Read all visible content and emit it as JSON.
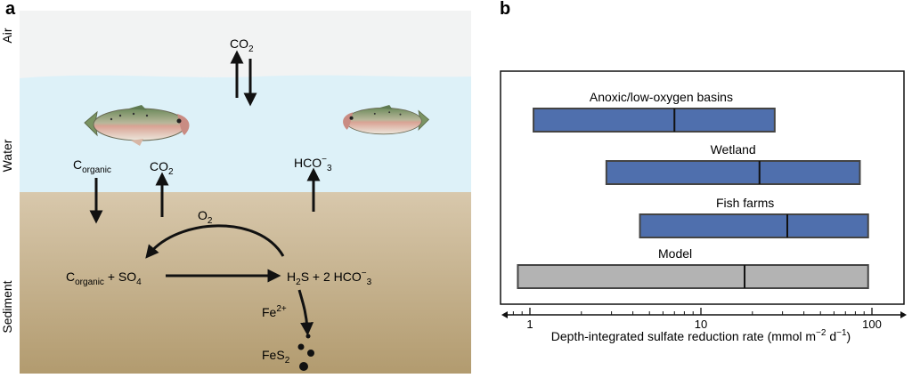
{
  "panel_a": {
    "label": "a",
    "zones": {
      "air": "Air",
      "water": "Water",
      "sediment": "Sediment"
    },
    "colors": {
      "air": "#f2f3f3",
      "water": "#ddf1f8",
      "sediment_top": "#d7c7ab",
      "sediment_bottom": "#b49d72",
      "arrow": "#111111"
    },
    "labels": {
      "co2_air": "CO",
      "co2_air_sub": "2",
      "c_organic_water": "C",
      "c_organic_water_sub": "organic",
      "co2_water": "CO",
      "co2_water_sub": "2",
      "hco3_water": "HCO",
      "hco3_water_sup": "−",
      "hco3_water_sub": "3",
      "o2": "O",
      "o2_sub": "2",
      "reactant_c": "C",
      "reactant_c_sub": "organic",
      "reactant_rest": " + SO",
      "reactant_so4_sub": "4",
      "product_h2s": "H",
      "product_h2s_sub": "2",
      "product_rest": "S + 2 HCO",
      "product_hco3_sup": "−",
      "product_hco3_sub": "3",
      "fe": "Fe",
      "fe_sup": "2+",
      "fes2": "FeS",
      "fes2_sub": "2"
    },
    "icons": [
      "salmon-fish-icon",
      "salmon-fish-icon"
    ]
  },
  "panel_b": {
    "label": "b",
    "chart_data": {
      "type": "range-bar",
      "xscale": "log",
      "xlim": [
        0.75,
        145
      ],
      "ticks": [
        1,
        10,
        100
      ],
      "tick_labels": [
        "1",
        "10",
        "100"
      ],
      "xlabel": "Depth-integrated sulfate reduction rate (mmol m",
      "xlabel_sup": "−2",
      "xlabel_mid": " d",
      "xlabel_sup2": "−1",
      "xlabel_end": ")",
      "grid": false,
      "series": [
        {
          "name": "Anoxic/low-oxygen basins",
          "min": 1.05,
          "median": 7.0,
          "max": 27,
          "color": "#4f6fad"
        },
        {
          "name": "Wetland",
          "min": 2.8,
          "median": 22,
          "max": 85,
          "color": "#4f6fad"
        },
        {
          "name": "Fish farms",
          "min": 4.4,
          "median": 32,
          "max": 95,
          "color": "#4f6fad"
        },
        {
          "name": "Model",
          "min": 0.85,
          "median": 18,
          "max": 95,
          "color": "#b3b3b3"
        }
      ]
    }
  }
}
